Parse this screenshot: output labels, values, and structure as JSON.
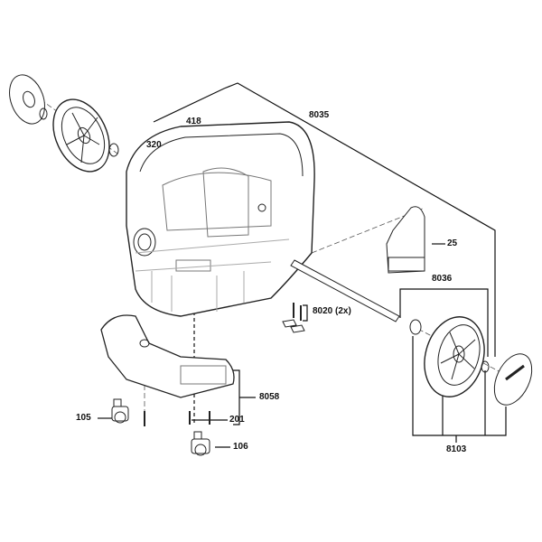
{
  "diagram": {
    "type": "exploded parts diagram",
    "callouts": {
      "p8035": "8035",
      "p418": "418",
      "p320": "320",
      "p25": "25",
      "p8036": "8036",
      "p8020": "8020 (2x)",
      "p8058": "8058",
      "p105": "105",
      "p201": "201",
      "p106": "106",
      "p8103": "8103"
    }
  }
}
